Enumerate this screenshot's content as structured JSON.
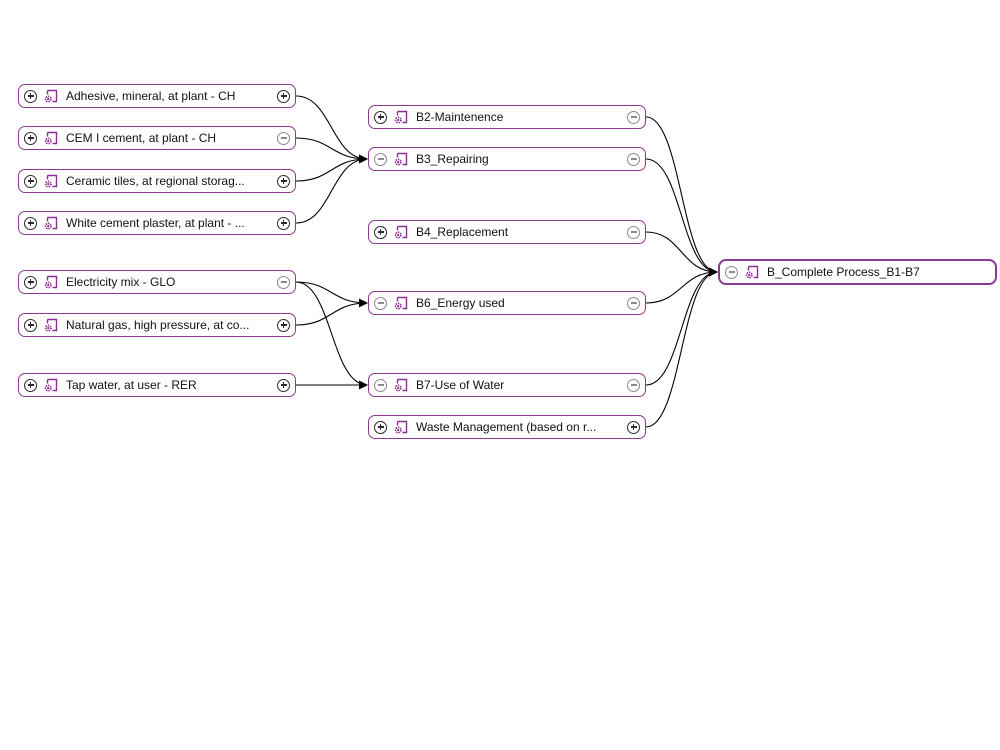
{
  "diagram": {
    "colors": {
      "border": "#8b3a8f",
      "edge": "#000000",
      "icon": "#8b2e8f"
    },
    "inputs": [
      {
        "label": "Adhesive, mineral, at plant - CH",
        "left_button": "plus",
        "right_button": "plus"
      },
      {
        "label": "CEM I cement, at plant - CH",
        "left_button": "plus",
        "right_button": "minus"
      },
      {
        "label": "Ceramic tiles, at regional storag...",
        "left_button": "plus",
        "right_button": "plus"
      },
      {
        "label": "White cement plaster, at plant - ...",
        "left_button": "plus",
        "right_button": "plus"
      },
      {
        "label": "Electricity mix - GLO",
        "left_button": "plus",
        "right_button": "minus"
      },
      {
        "label": "Natural gas, high pressure, at co...",
        "left_button": "plus",
        "right_button": "plus"
      },
      {
        "label": "Tap water, at user - RER",
        "left_button": "plus",
        "right_button": "plus"
      }
    ],
    "stages": [
      {
        "label": "B2-Maintenence",
        "left_button": "plus",
        "right_button": "minus"
      },
      {
        "label": "B3_Repairing",
        "left_button": "minus",
        "right_button": "minus"
      },
      {
        "label": "B4_Replacement",
        "left_button": "plus",
        "right_button": "minus"
      },
      {
        "label": "B6_Energy used",
        "left_button": "minus",
        "right_button": "minus"
      },
      {
        "label": "B7-Use of Water",
        "left_button": "minus",
        "right_button": "minus"
      },
      {
        "label": "Waste Management (based on r...",
        "left_button": "plus",
        "right_button": "plus"
      }
    ],
    "output": {
      "label": "B_Complete Process_B1-B7",
      "left_button": "minus"
    },
    "edges": [
      {
        "from": "in-0",
        "to": "st-1"
      },
      {
        "from": "in-1",
        "to": "st-1"
      },
      {
        "from": "in-2",
        "to": "st-1"
      },
      {
        "from": "in-3",
        "to": "st-1"
      },
      {
        "from": "in-4",
        "to": "st-3"
      },
      {
        "from": "in-4",
        "to": "st-4"
      },
      {
        "from": "in-5",
        "to": "st-3"
      },
      {
        "from": "in-6",
        "to": "st-4"
      },
      {
        "from": "st-0",
        "to": "out"
      },
      {
        "from": "st-1",
        "to": "out"
      },
      {
        "from": "st-2",
        "to": "out"
      },
      {
        "from": "st-3",
        "to": "out"
      },
      {
        "from": "st-4",
        "to": "out"
      },
      {
        "from": "st-5",
        "to": "out"
      }
    ]
  }
}
